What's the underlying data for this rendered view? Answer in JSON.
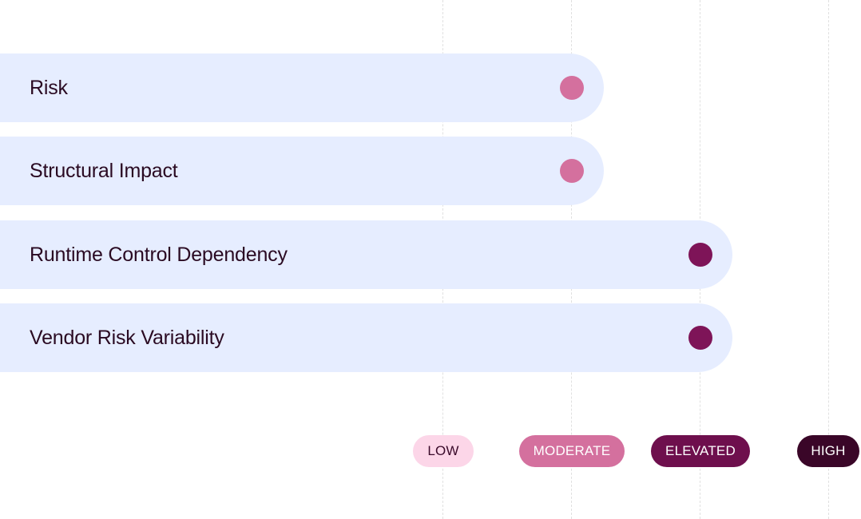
{
  "chart_data": {
    "type": "bar",
    "orientation": "horizontal",
    "categories": [
      "Risk",
      "Structural Impact",
      "Runtime Control Dependency",
      "Vendor Risk Variability"
    ],
    "values": [
      "MODERATE",
      "MODERATE",
      "ELEVATED",
      "ELEVATED"
    ],
    "scale": [
      "LOW",
      "MODERATE",
      "ELEVATED",
      "HIGH"
    ],
    "grid": true,
    "legend": "bottom",
    "colors": {
      "bar_background": "#e6edff",
      "LOW": "#fcd6e8",
      "MODERATE": "#d4709e",
      "ELEVATED": "#7e1458",
      "HIGH": "#3a0628",
      "label_text": "#2a0a22"
    }
  },
  "levels": [
    {
      "label": "LOW",
      "bg": "#fcd6e8",
      "fg": "#3a0a2a"
    },
    {
      "label": "MODERATE",
      "bg": "#d4709e",
      "fg": "#ffffff"
    },
    {
      "label": "ELEVATED",
      "bg": "#6e0f4d",
      "fg": "#ffffff"
    },
    {
      "label": "HIGH",
      "bg": "#3a0628",
      "fg": "#ffffff"
    }
  ]
}
